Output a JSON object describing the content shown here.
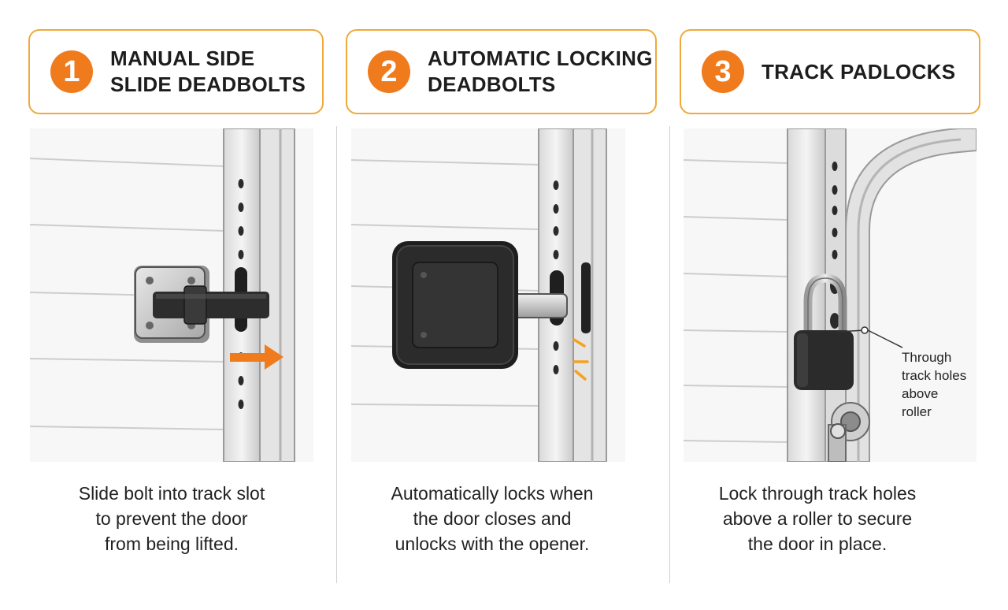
{
  "panels": [
    {
      "number": "1",
      "title_lines": [
        "MANUAL SIDE",
        "SLIDE DEADBOLTS"
      ],
      "caption_lines": [
        "Slide bolt into track slot",
        "to prevent the door",
        "from being lifted."
      ]
    },
    {
      "number": "2",
      "title_lines": [
        "AUTOMATIC LOCKING",
        "DEADBOLTS"
      ],
      "caption_lines": [
        "Automatically locks when",
        "the door closes and",
        "unlocks with the opener."
      ]
    },
    {
      "number": "3",
      "title_lines": [
        "TRACK PADLOCKS"
      ],
      "caption_lines": [
        "Lock through track holes",
        "above a roller to secure",
        "the door in place."
      ],
      "callout_lines": [
        "Through",
        "track holes",
        "above",
        "roller"
      ]
    }
  ],
  "colors": {
    "accent": "#f07b1c",
    "header_border": "#f0a93c",
    "lock_body": "#2b2b2b"
  }
}
